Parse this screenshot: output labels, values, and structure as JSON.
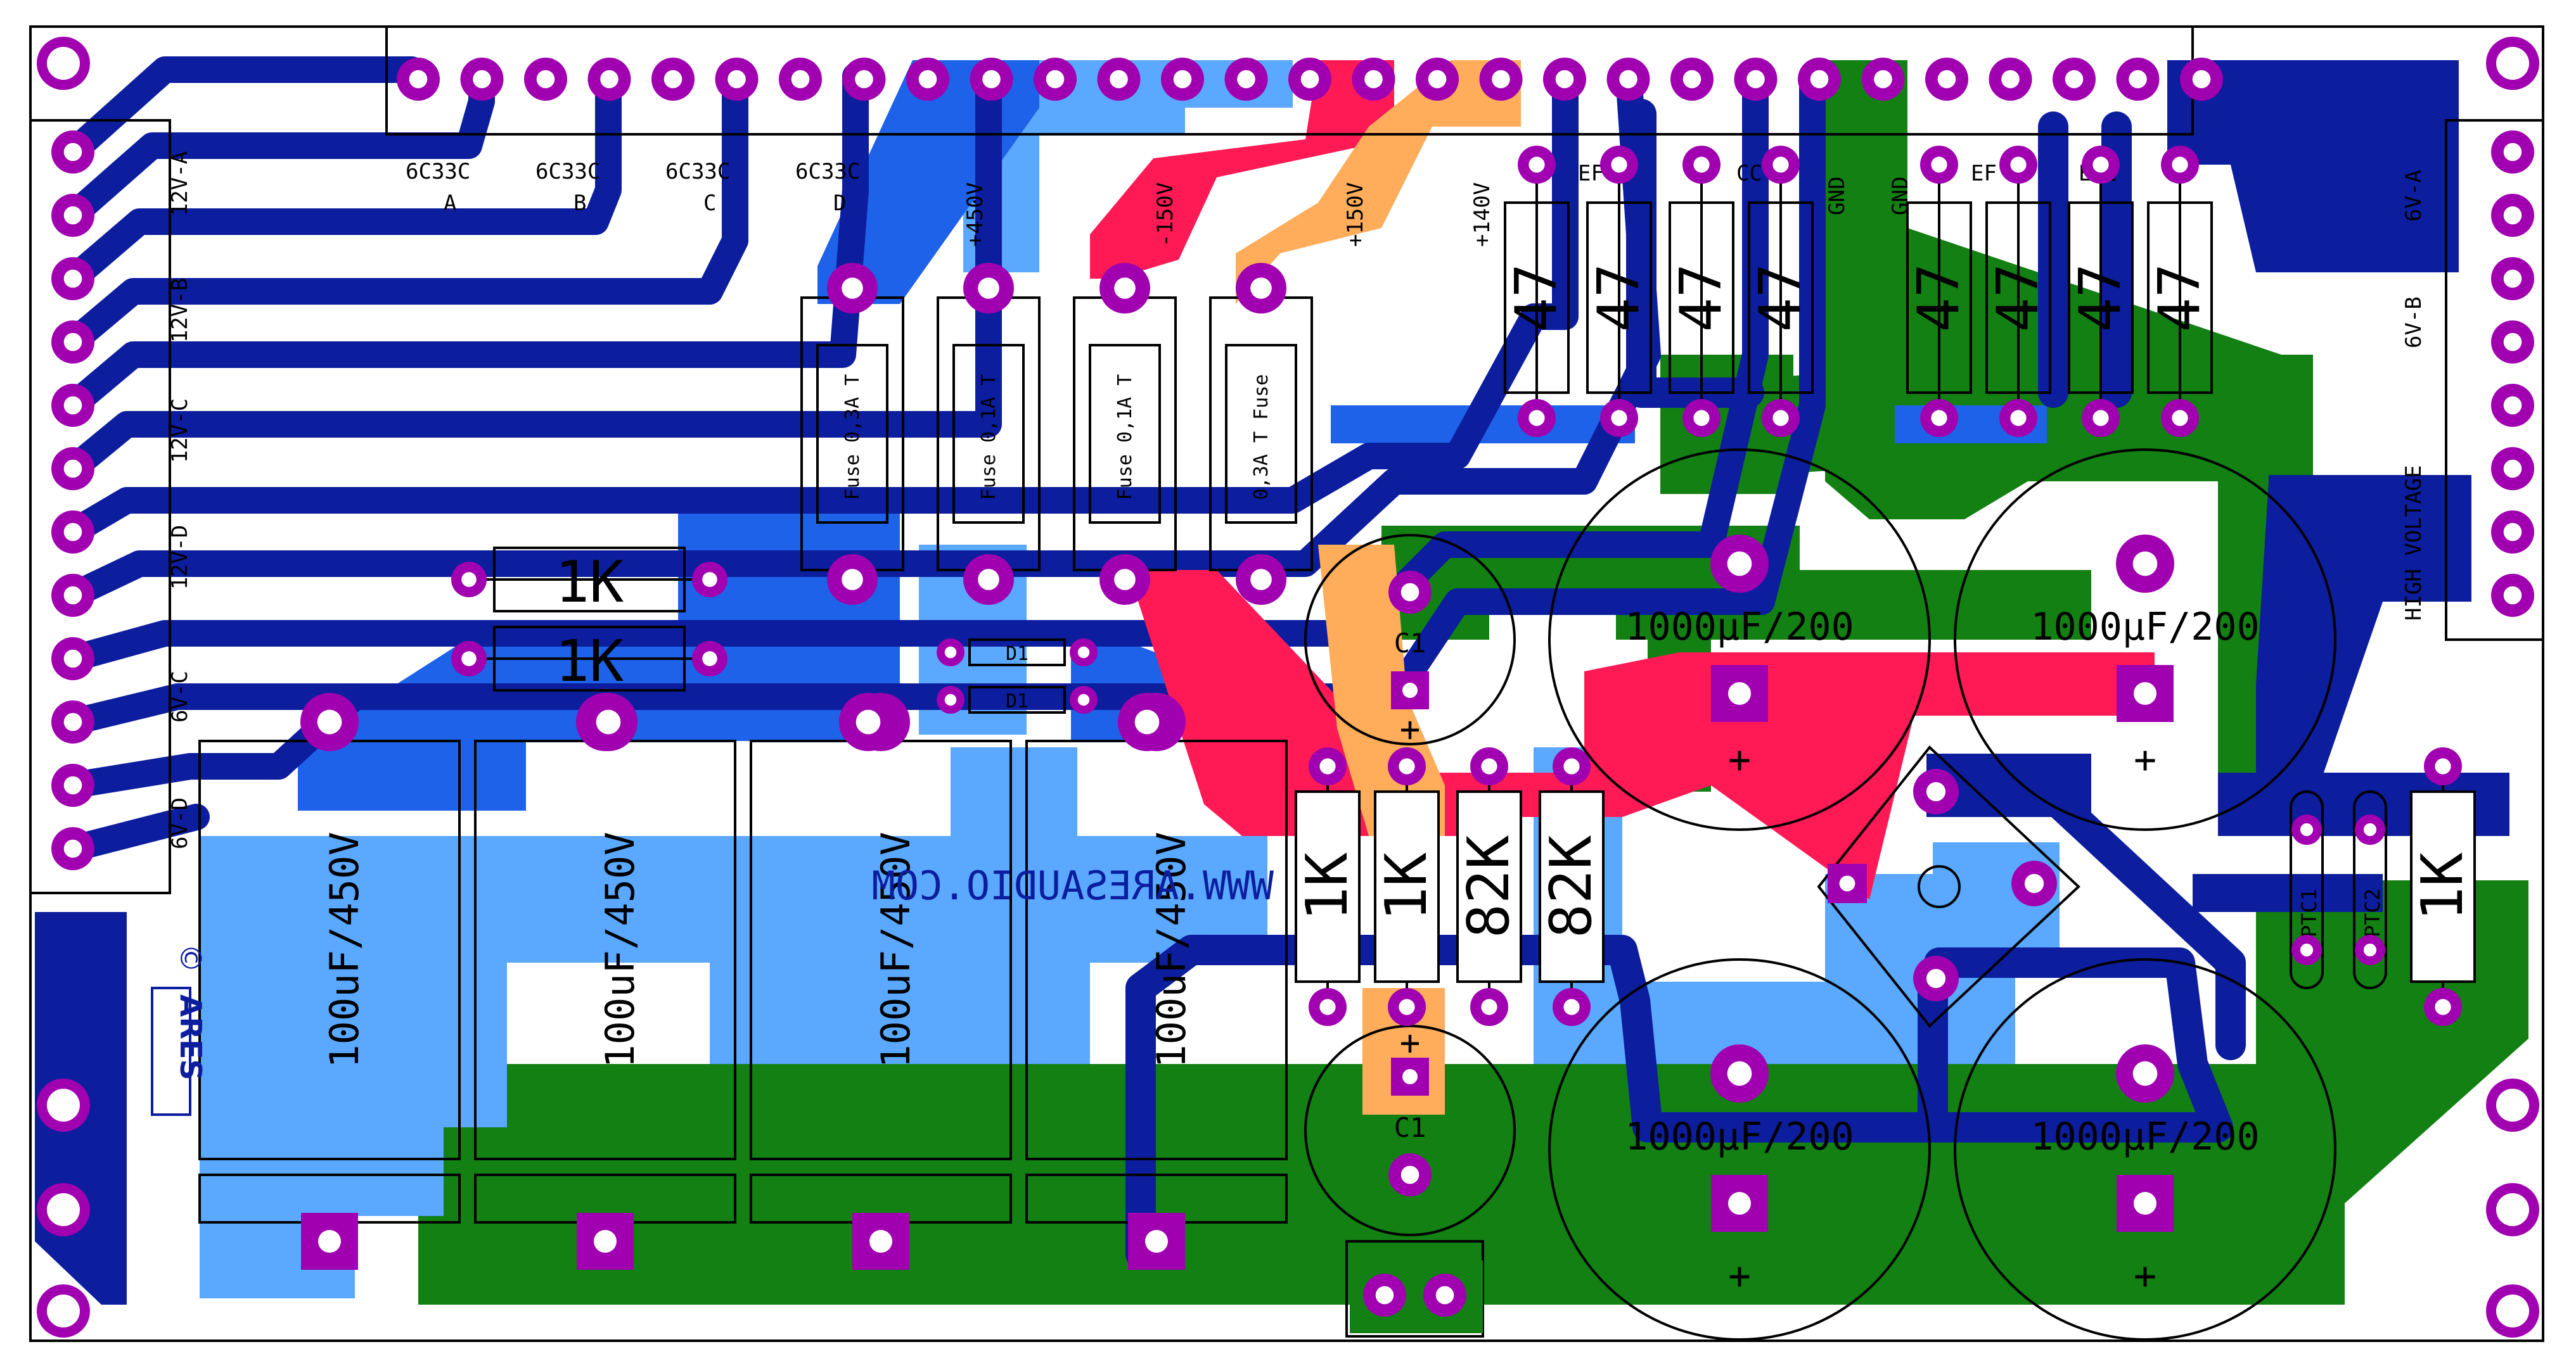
{
  "header_labels": {
    "c6_a_type": "6C33C",
    "c6_a_sub": "A",
    "c6_b_type": "6C33C",
    "c6_b_sub": "B",
    "c6_c_type": "6C33C",
    "c6_c_sub": "C",
    "c6_d_type": "6C33C",
    "c6_d_sub": "D",
    "plus450": "+450V",
    "minus150": "-150V",
    "plus150": "+150V",
    "plus140": "+140V",
    "ef1": "EF",
    "cc1": "CC",
    "gnd1": "GND",
    "gnd2": "GND",
    "ef2": "EF",
    "ecc": "ECC"
  },
  "left_rail_labels": [
    "12V-A",
    "12V-B",
    "12V-C",
    "12V-D",
    "6V-C",
    "6V-D"
  ],
  "right_rail_labels": [
    "6V-A",
    "6V-B",
    "HIGH VOLTAGE"
  ],
  "resistors": {
    "r1k_top": "1K",
    "r1k_bot": "1K",
    "r47": [
      "47",
      "47",
      "47",
      "47",
      "47",
      "47",
      "47",
      "47"
    ],
    "rv1": "1K",
    "rv2": "1K",
    "rv3": "82K",
    "rv4": "82K",
    "rv_right": "1K"
  },
  "fuses": [
    "Fuse 0,3A T",
    "Fuse 0,1A T",
    "Fuse 0,1A T",
    "0,3A T Fuse"
  ],
  "diodes": [
    "D1",
    "D1"
  ],
  "caps_small": [
    "C1",
    "C1"
  ],
  "caps_hv": [
    "100uF/450V",
    "100uF/450V",
    "100uF/450V",
    "100uF/450V"
  ],
  "caps_big": [
    "1000µF/200",
    "1000µF/200",
    "1000µF/200",
    "1000µF/200"
  ],
  "ptc": [
    "PTC1",
    "PTC2"
  ],
  "url_text": "WWW.ARESAUDIO.COM",
  "brand": "ARES",
  "brand_mark": "©",
  "plus_sign": "+",
  "colors": {
    "dark_blue": "#0c1d9e",
    "blue": "#1d62e8",
    "light_blue": "#5aa8ff",
    "red": "#ff1a55",
    "orange": "#ffad5a",
    "green": "#128012",
    "pad": "#a000b0"
  }
}
